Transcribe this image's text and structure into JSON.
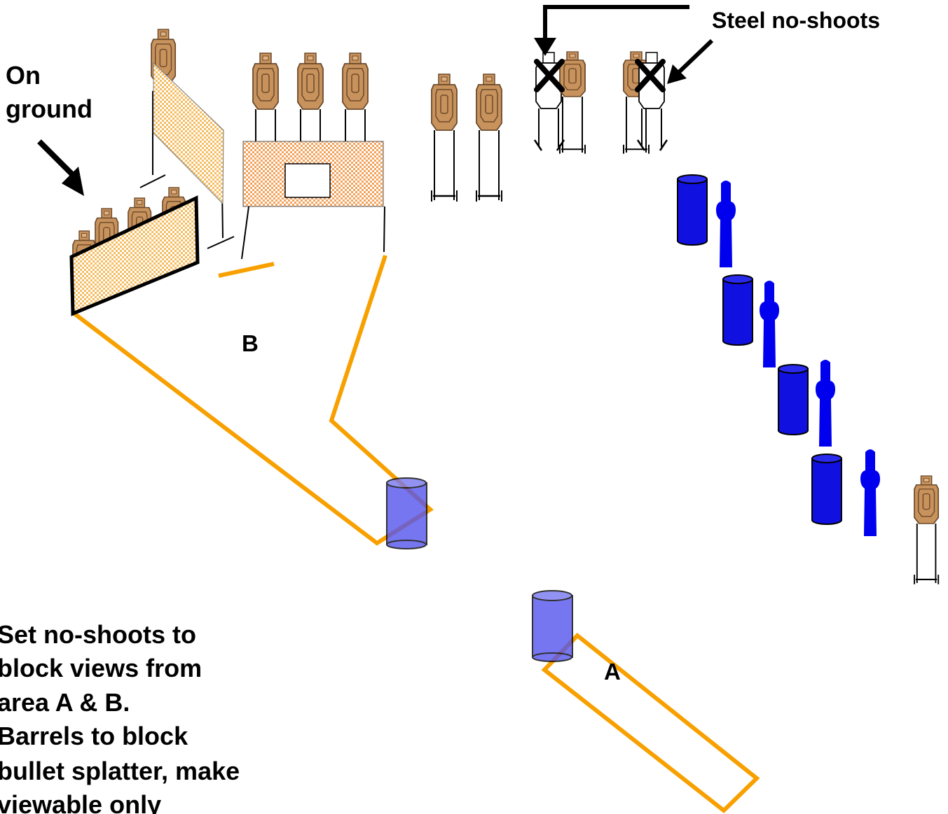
{
  "labels": {
    "on_ground": [
      "On",
      "ground"
    ],
    "steel_no_shoots": "Steel no-shoots",
    "area_a": "A",
    "area_b": "B",
    "note_lines": [
      "Set no-shoots to",
      "block views from",
      "area A & B.",
      "Barrels to block",
      "bullet splatter, make",
      "viewable only"
    ]
  },
  "colors": {
    "paper_target": "#c8925c",
    "paper_target_outline": "#6b4a2b",
    "wall_fill_orange": "#f2a25a",
    "wall_fill_yellow": "#f7c56a",
    "fault_line": "#f7a000",
    "steel_no_shoot": "#0000ee",
    "barrel_solid": "#1010e0",
    "barrel_translucent": "#5555ee",
    "ink": "#000000"
  },
  "icons": {
    "paper_target": "ipsc-paper-target-icon",
    "steel_popper": "steel-popper-icon",
    "barrel": "barrel-icon",
    "no_shoot_mark": "x-mark-icon",
    "arrow": "arrow-icon"
  }
}
